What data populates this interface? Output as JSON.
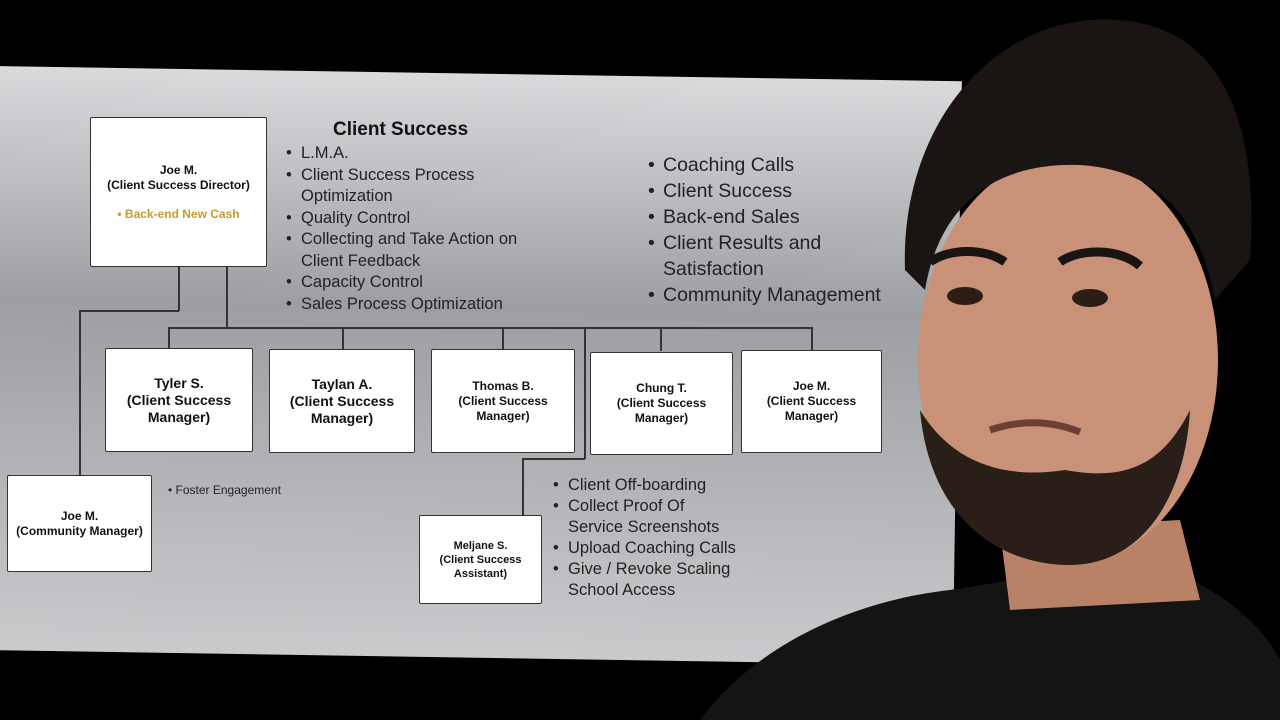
{
  "diagram": {
    "title": "Client Success",
    "director": {
      "name": "Joe M.",
      "role": "(Client Success Director)",
      "note": "• Back-end New Cash"
    },
    "responsibilities": [
      "L.M.A.",
      "Client Success Process Optimization",
      "Quality Control",
      "Collecting and Take Action on Client Feedback",
      "Capacity Control",
      "Sales Process Optimization"
    ],
    "focus_areas": [
      "Coaching Calls",
      "Client Success",
      "Back-end Sales",
      "Client Results and Satisfaction",
      "Community Management"
    ],
    "managers": [
      {
        "name": "Tyler S.",
        "role": "(Client Success Manager)"
      },
      {
        "name": "Taylan A.",
        "role": "(Client Success Manager)"
      },
      {
        "name": "Thomas B.",
        "role": "(Client Success Manager)"
      },
      {
        "name": "Chung T.",
        "role": "(Client Success Manager)"
      },
      {
        "name": "Joe M.",
        "role": "(Client Success Manager)"
      }
    ],
    "community_manager": {
      "name": "Joe M.",
      "role": "(Community Manager)"
    },
    "community_note": "• Foster Engagement",
    "assistant": {
      "name": "Meljane S.",
      "role": "(Client Success Assistant)"
    },
    "assistant_tasks": [
      "Client Off-boarding",
      "Collect Proof Of Service Screenshots",
      "Upload Coaching Calls",
      "Give / Revoke Scaling School Access"
    ]
  }
}
